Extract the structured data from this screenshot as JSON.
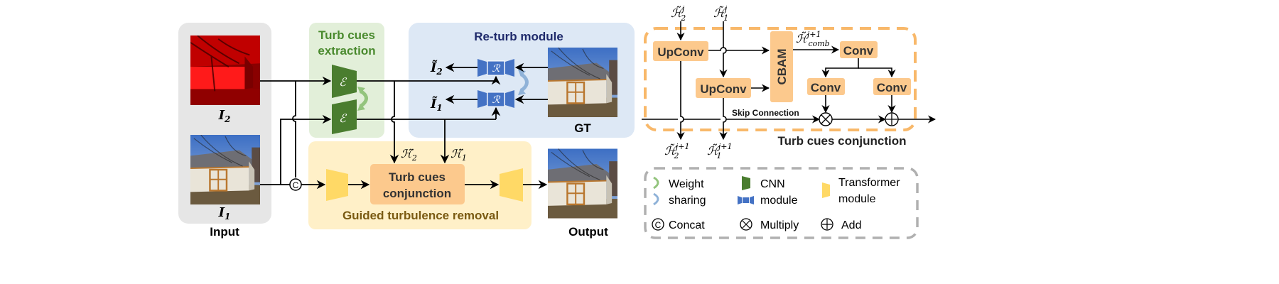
{
  "colors": {
    "input_panel": "#e6e6e6",
    "extraction_panel": "#e2efd9",
    "extraction_title": "#4a8a2e",
    "encoder": "#4a7d2f",
    "weight_share_green": "#93c47d",
    "weight_share_blue": "#8fb2d8",
    "returb_panel": "#dde8f5",
    "returb_title": "#1f2a6b",
    "returb_block": "#4472c4",
    "guided_panel": "#fff0c8",
    "guided_title": "#7a5a12",
    "transformer": "#ffd966",
    "conjunction_block": "#fcc98d",
    "dashed_orange": "#f8b86a",
    "dashed_gray": "#b0b0b0",
    "red_image": "#e00000"
  },
  "input_panel": {
    "label": "Input",
    "image_top_label": "I",
    "image_top_sub": "2",
    "image_bottom_label": "I",
    "image_bottom_sub": "1"
  },
  "extraction": {
    "title_line1": "Turb cues",
    "title_line2": "extraction",
    "encoder_symbol": "ℰ"
  },
  "returb": {
    "title": "Re-turb module",
    "block_symbol": "ℛ",
    "out_top": "Ĩ",
    "out_top_sub": "2",
    "out_bottom": "Ĩ",
    "out_bottom_sub": "1",
    "gt_label": "GT"
  },
  "guided": {
    "title": "Guided turbulence removal",
    "block_line1": "Turb cues",
    "block_line2": "conjunction",
    "h2_label": "ℋ̃",
    "h2_sub": "2",
    "h1_label": "ℋ̃",
    "h1_sub": "1",
    "concat_symbol": "C"
  },
  "output": {
    "label": "Output"
  },
  "conjunction_detail": {
    "title": "Turb cues conjunction",
    "in_h2": "ℋ̃",
    "in_h2_sub": "2",
    "in_h2_sup": "j",
    "in_h1": "ℋ̃",
    "in_h1_sub": "1",
    "in_h1_sup": "j",
    "upconv1": "UpConv",
    "upconv2": "UpConv",
    "cbam": "CBAM",
    "comb_label": "ℋ̃",
    "comb_sub": "comb",
    "comb_sup": "j+1",
    "conv_top": "Conv",
    "conv_left": "Conv",
    "conv_right": "Conv",
    "skip_label": "Skip Connection",
    "multiply_symbol": "⊗",
    "add_symbol": "⊕",
    "out_h2": "ℋ̃",
    "out_h2_sub": "2",
    "out_h2_sup": "j+1",
    "out_h1": "ℋ̃",
    "out_h1_sub": "1",
    "out_h1_sup": "j+1"
  },
  "legend": {
    "weight_line1": "Weight",
    "weight_line2": "sharing",
    "cnn_line1": "CNN",
    "cnn_line2": "module",
    "transformer_line1": "Transformer",
    "transformer_line2": "module",
    "concat_symbol": "C",
    "concat_label": "Concat",
    "multiply_symbol": "⊗",
    "multiply_label": "Multiply",
    "add_symbol": "⊕",
    "add_label": "Add"
  }
}
